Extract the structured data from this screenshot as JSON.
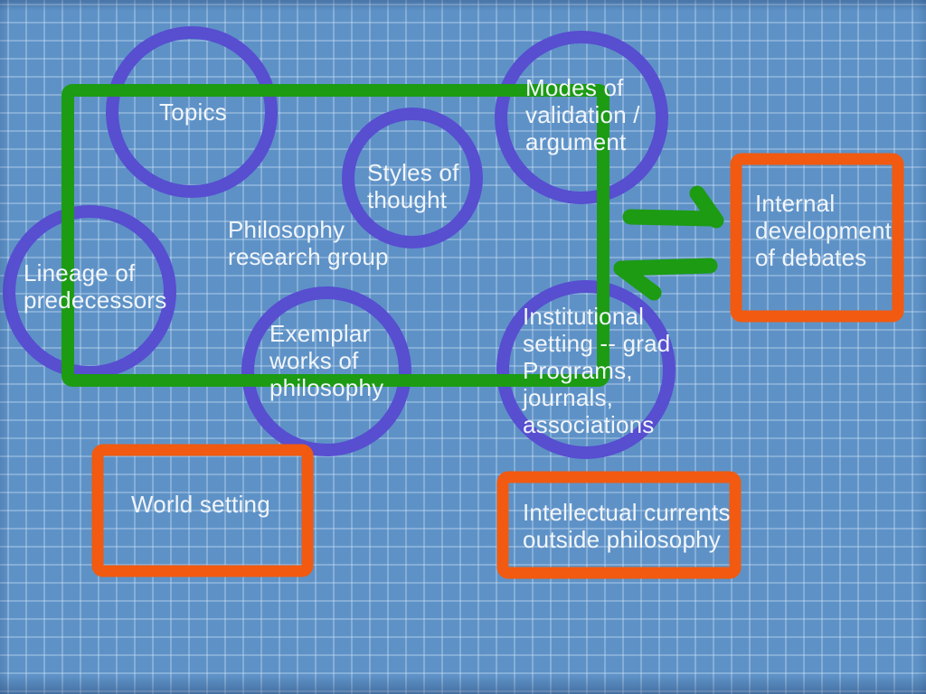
{
  "colors": {
    "background": "#5e92c7",
    "grid_line": "#8fb6de",
    "circle_stroke": "#574ed0",
    "group_rect_stroke": "#1c9b13",
    "arrow_color": "#1c9b13",
    "external_rect_stroke": "#f15a10",
    "label_text": "#f1f5f9"
  },
  "labels": {
    "topics": "Topics",
    "styles_of_thought": "Styles of\nthought",
    "modes_of_validation": "Modes of\nvalidation /\nargument",
    "lineage_of_predecessors": "Lineage of\npredecessors",
    "philosophy_research_group": "Philosophy\nresearch group",
    "exemplar_works": "Exemplar\nworks of\nphilosophy",
    "institutional_setting": "Institutional\nsetting -- grad\nPrograms,\njournals,\nassociations",
    "internal_development": "Internal\ndevelopment\nof debates",
    "world_setting": "World setting",
    "intellectual_currents": "Intellectual currents\noutside philosophy"
  },
  "arrows": [
    {
      "from": "Philosophy research group",
      "to": "Internal development of debates",
      "direction": "right"
    },
    {
      "from": "Internal development of debates",
      "to": "Philosophy research group",
      "direction": "left"
    }
  ]
}
